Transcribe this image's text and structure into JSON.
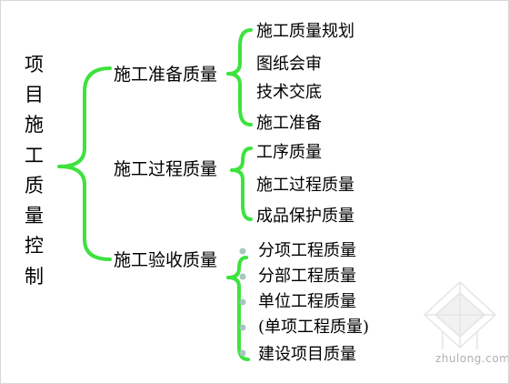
{
  "root": {
    "label": "项目施工质量控制",
    "chars": [
      "项",
      "目",
      "施",
      "工",
      "质",
      "量",
      "控",
      "制"
    ]
  },
  "groups": [
    {
      "label": "施工准备质量",
      "items": [
        "施工质量规划",
        "图纸会审",
        "技术交底",
        "施工准备"
      ]
    },
    {
      "label": "施工过程质量",
      "items": [
        "工序质量",
        "施工过程质量",
        "成品保护质量"
      ]
    },
    {
      "label": "施工验收质量",
      "items": [
        "分项工程质量",
        "分部工程质量",
        "单位工程质量",
        "(单项工程质量)",
        "建设项目质量"
      ]
    }
  ],
  "watermark": {
    "text": "zhulong.com"
  },
  "colors": {
    "brace": "#3ee23e",
    "bullet": "#a7c7c0",
    "text": "#000000"
  }
}
